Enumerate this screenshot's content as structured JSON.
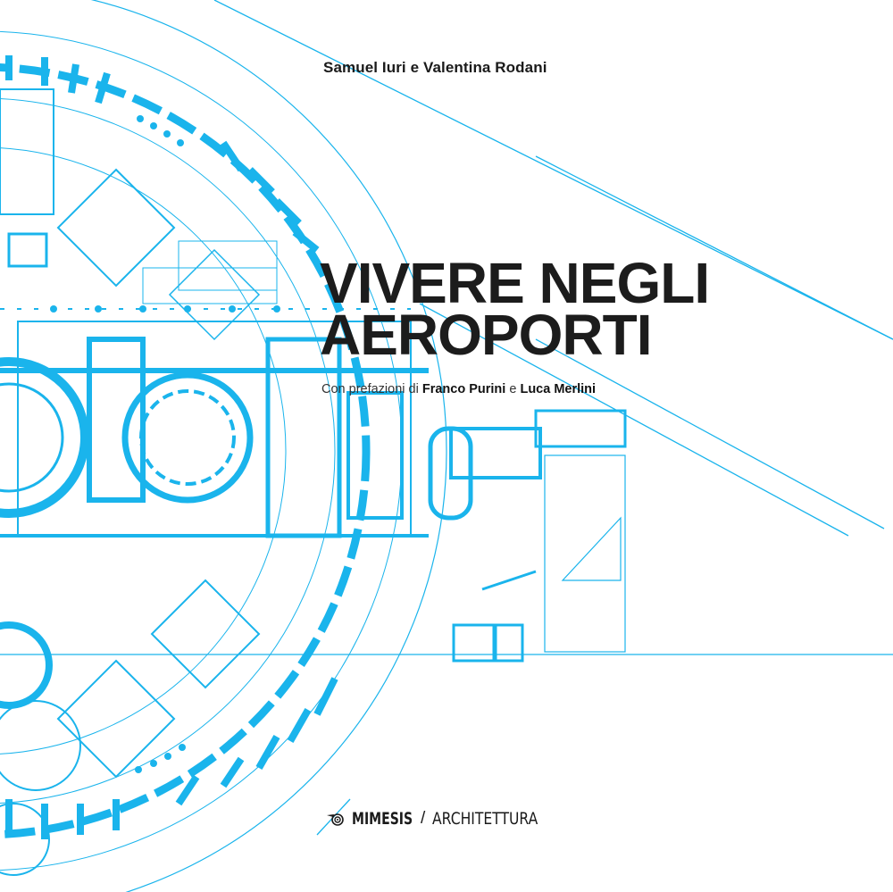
{
  "cover": {
    "authors": "Samuel Iuri e Valentina Rodani",
    "title_line1": "VIVERE NEGLI",
    "title_line2": "AEROPORTI",
    "subtitle": {
      "prefix": "Con prefazioni di",
      "name1": "Franco Purini",
      "joiner": "e",
      "name2": "Luca Merlini"
    },
    "publisher": {
      "logo_icon": "snail-spiral-icon",
      "brand": "MIMESIS",
      "separator": "/",
      "series": "ARCHITETTURA"
    }
  },
  "colors": {
    "blueprint": "#1ab4ec",
    "text": "#1c1c1c",
    "background": "#ffffff"
  }
}
